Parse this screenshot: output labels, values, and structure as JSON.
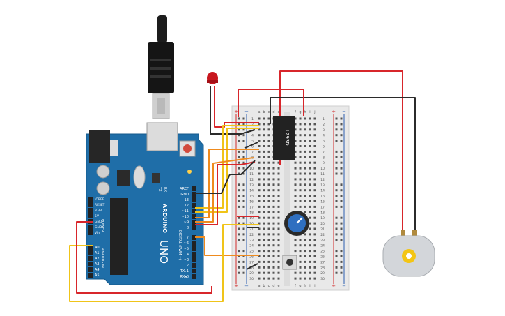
{
  "colors": {
    "board": "#1f6ea8",
    "board_dark": "#195c8e",
    "breadboard": "#e9e9e9",
    "rail_red": "#d12a2a",
    "rail_blue": "#2a5db0",
    "wire_red": "#d8262b",
    "wire_black": "#2b2b2b",
    "wire_yellow": "#f0c419",
    "wire_orange": "#ef8b1e",
    "chip": "#222222",
    "motor": "#d3d6da",
    "pot": "#2f6fc0",
    "led": "#c8171e"
  },
  "arduino": {
    "brand": "ARDUINO",
    "model": "UNO",
    "power_header": "POWER",
    "analog_header": "ANALOG IN",
    "digital_header": "DIGITAL (PWM ~)",
    "tx": "TX",
    "rx": "RX",
    "power_pins": [
      "IOREF",
      "RESET",
      "3.3V",
      "5V",
      "GND",
      "GND",
      "Vin"
    ],
    "analog_pins": [
      "A0",
      "A1",
      "A2",
      "A3",
      "A4",
      "A5"
    ],
    "digital_top": [
      "AREF",
      "GND",
      "13",
      "12",
      "~11",
      "~10",
      "~9",
      "8"
    ],
    "digital_bottom": [
      "7",
      "~6",
      "~5",
      "4",
      "~3",
      "2",
      "TX▸1",
      "RX◂0"
    ]
  },
  "breadboard": {
    "cols_left": [
      "a",
      "b",
      "c",
      "d",
      "e"
    ],
    "cols_right": [
      "f",
      "g",
      "h",
      "i",
      "j"
    ],
    "rows": [
      "1",
      "2",
      "3",
      "4",
      "5",
      "6",
      "7",
      "8",
      "9",
      "10",
      "11",
      "12",
      "13",
      "14",
      "15",
      "16",
      "17",
      "18",
      "19",
      "20",
      "21",
      "22",
      "23",
      "24",
      "25",
      "26",
      "27",
      "28",
      "29",
      "30"
    ],
    "plus": "+",
    "minus": "−"
  },
  "ic": {
    "label": "L293D"
  }
}
